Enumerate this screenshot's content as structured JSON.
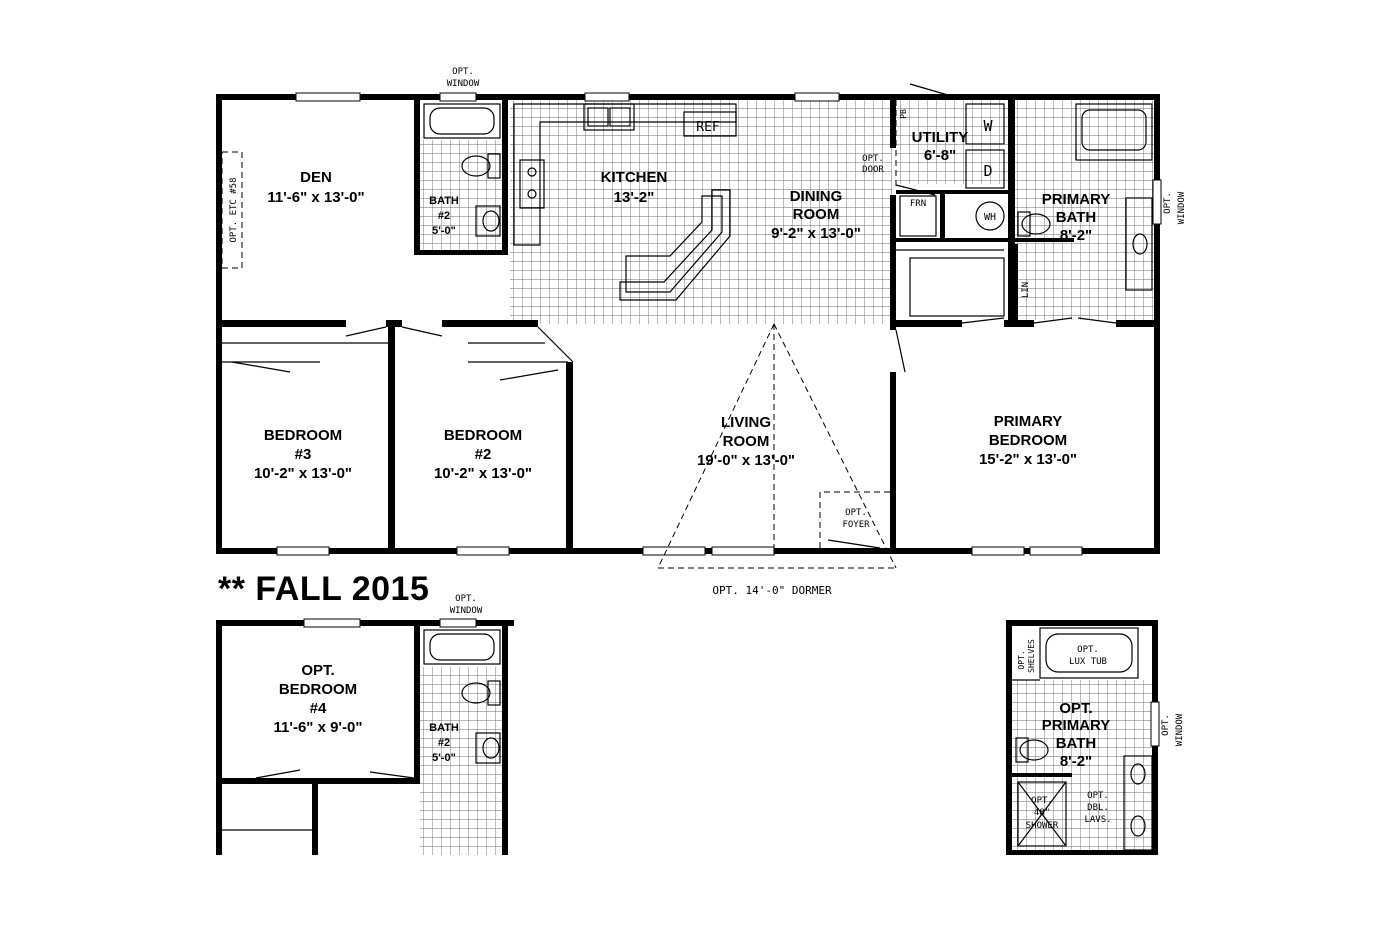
{
  "title": "** FALL 2015",
  "rooms": {
    "den": {
      "name": "DEN",
      "size": "11'-6\" x 13'-0\""
    },
    "bath2": {
      "name": "BATH",
      "num": "#2",
      "size": "5'-0\""
    },
    "kitchen": {
      "name": "KITCHEN",
      "size": "13'-2\""
    },
    "dining": {
      "name": "DINING",
      "name2": "ROOM",
      "size": "9'-2\" x 13'-0\""
    },
    "utility": {
      "name": "UTILITY",
      "size": "6'-8\""
    },
    "primary_bath": {
      "name": "PRIMARY",
      "name2": "BATH",
      "size": "8'-2\""
    },
    "bedroom3": {
      "name": "BEDROOM",
      "num": "#3",
      "size": "10'-2\" x 13'-0\""
    },
    "bedroom2": {
      "name": "BEDROOM",
      "num": "#2",
      "size": "10'-2\" x 13'-0\""
    },
    "living": {
      "name": "LIVING",
      "name2": "ROOM",
      "size": "19'-0\" x 13'-0\""
    },
    "primary_bedroom": {
      "name": "PRIMARY",
      "name2": "BEDROOM",
      "size": "15'-2\" x 13'-0\""
    },
    "opt_bedroom4": {
      "name": "OPT.",
      "name2": "BEDROOM",
      "num": "#4",
      "size": "11'-6\" x 9'-0\""
    },
    "opt_bath2": {
      "name": "BATH",
      "num": "#2",
      "size": "5'-0\""
    },
    "opt_primary_bath": {
      "name": "OPT.",
      "name2": "PRIMARY",
      "name3": "BATH",
      "size": "8'-2\""
    }
  },
  "notes": {
    "opt": "OPT.",
    "window": "WINDOW",
    "etc": "OPT. ETC #58",
    "ref": "REF",
    "pb": "PB",
    "door": "DOOR",
    "w": "W",
    "d": "D",
    "frn": "FRN",
    "wh": "WH",
    "lin": "LIN",
    "foyer": "FOYER",
    "dormer": "OPT. 14'-0\" DORMER",
    "shelves": "SHELVES",
    "lux_tub": "LUX TUB",
    "shower": "48\"",
    "shower2": "SHOWER",
    "dbl": "DBL.",
    "lavs": "LAVS."
  }
}
